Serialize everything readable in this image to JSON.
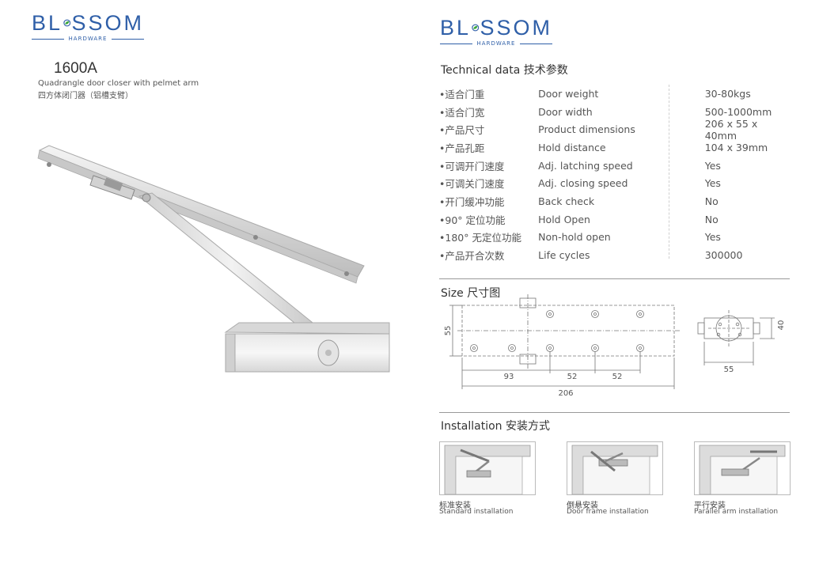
{
  "brand": {
    "name_left": "BL",
    "name_right": "SSOM",
    "sub": "HARDWARE",
    "color": "#2f5fa8",
    "leaf_color": "#3aa63a"
  },
  "product": {
    "model": "1600A",
    "desc_en": "Quadrangle door closer with pelmet arm",
    "desc_cn": "四方体闭门器（铝槽支臂）"
  },
  "technical": {
    "title": "Technical data 技术参数",
    "rows": [
      {
        "cn": "•适合门重",
        "en": "Door weight",
        "val": "30-80kgs"
      },
      {
        "cn": "•适合门宽",
        "en": "Door width",
        "val": "500-1000mm"
      },
      {
        "cn": "•产品尺寸",
        "en": "Product dimensions",
        "val": "206 x 55 x 40mm"
      },
      {
        "cn": "•产品孔距",
        "en": "Hold distance",
        "val": "104 x 39mm"
      },
      {
        "cn": "•可调开门速度",
        "en": "Adj. latching speed",
        "val": "Yes"
      },
      {
        "cn": "•可调关门速度",
        "en": "Adj. closing speed",
        "val": "Yes"
      },
      {
        "cn": "•开门缓冲功能",
        "en": "Back check",
        "val": "No"
      },
      {
        "cn": "•90° 定位功能",
        "en": "Hold Open",
        "val": "No"
      },
      {
        "cn": "•180° 无定位功能",
        "en": "Non-hold open",
        "val": "Yes"
      },
      {
        "cn": "•产品开合次数",
        "en": "Life cycles",
        "val": "300000"
      }
    ]
  },
  "size": {
    "title": "Size 尺寸图",
    "dim_55": "55",
    "dim_93": "93",
    "dim_52a": "52",
    "dim_52b": "52",
    "dim_206": "206",
    "dim_side_40": "40",
    "dim_side_55": "55"
  },
  "installation": {
    "title": "Installation 安装方式",
    "items": [
      {
        "cn": "标准安装",
        "en": "Standard installation"
      },
      {
        "cn": "倒悬安装",
        "en": "Door frame installation"
      },
      {
        "cn": "平行安装",
        "en": "Parallel arm installation"
      }
    ]
  }
}
